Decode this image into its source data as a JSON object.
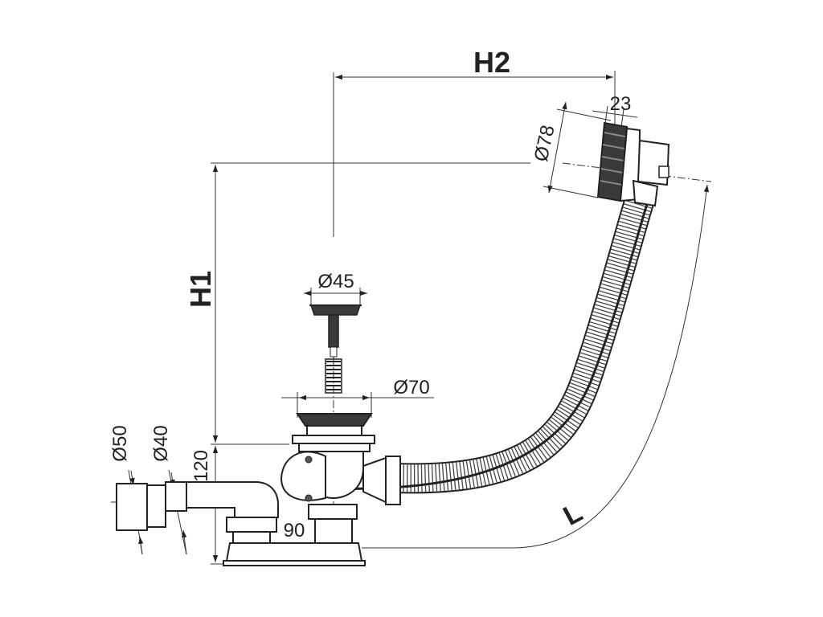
{
  "drawing": {
    "colors": {
      "line": "#222222",
      "part_fill": "#ffffff",
      "dark_part": "#3a3a3a",
      "hose_rib": "#444444"
    },
    "labels": {
      "h1": "H1",
      "h2": "H2",
      "l": "L",
      "overflow_thickness": "23",
      "overflow_diameter": "Ø78",
      "plug_diameter": "Ø45",
      "waste_diameter": "Ø70",
      "outlet_diameter_large": "Ø50",
      "outlet_diameter_small": "Ø40",
      "trap_height": "120",
      "trap_offset": "90"
    }
  }
}
